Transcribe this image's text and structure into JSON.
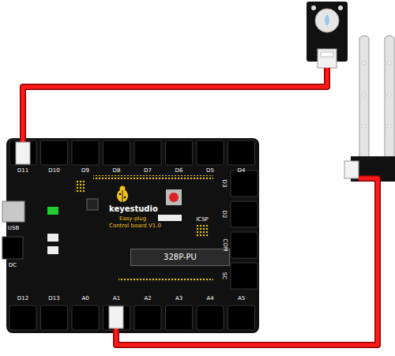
{
  "diagram": {
    "nodes": [
      {
        "text": [
          "keyestudio",
          "Easy-plug",
          "Control board V1.0"
        ]
      },
      {
        "text": [
          "328P-PU"
        ],
        "in": 0
      }
    ],
    "labels": [
      "D11",
      "D10",
      "D9",
      "D8",
      "D7",
      "D6",
      "D5",
      "D4",
      "D3",
      "D2",
      "COM",
      "SC",
      "D12",
      "D13",
      "A0",
      "A1",
      "A2",
      "A3",
      "A4",
      "A5",
      "USB",
      "DC",
      "ICSP"
    ]
  }
}
